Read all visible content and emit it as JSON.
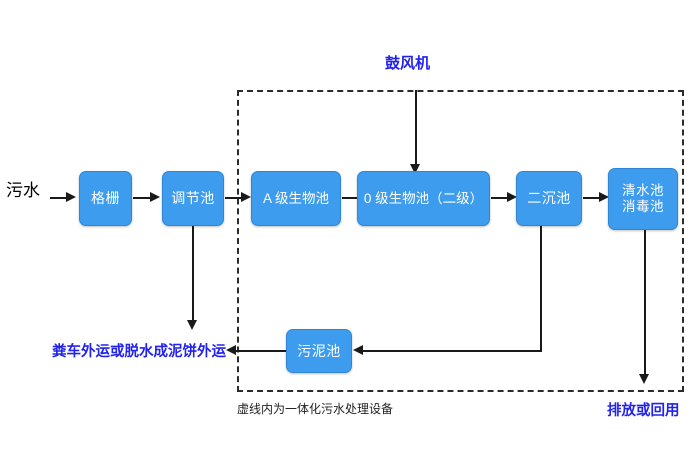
{
  "diagram": {
    "title_hidden": "",
    "nodes": [
      {
        "id": "grate",
        "label": "格栅"
      },
      {
        "id": "regulate",
        "label": "调节池"
      },
      {
        "id": "bio_a",
        "label": "A 级生物池"
      },
      {
        "id": "bio_o",
        "label": "0 级生物池（二级）"
      },
      {
        "id": "settler",
        "label": "二沉池"
      },
      {
        "id": "clearwater",
        "label": "清水池\n消毒池"
      },
      {
        "id": "sludge",
        "label": "污泥池"
      }
    ],
    "labels": {
      "influent": "污水",
      "blower": "鼓风机",
      "sludge_disposal": "粪车外运或脱水成泥饼外运",
      "effluent": "排放或回用",
      "enclosure_caption": "虚线内为一体化污水处理设备"
    },
    "colors": {
      "node_fill": "#3d9ced",
      "node_border": "#2f86d4",
      "node_text": "#ffffff",
      "connector": "#1a1a1a",
      "annotation_text": "#2222ee",
      "influent_text": "#000000",
      "enclosure_border": "#2b2b2b",
      "background": "#ffffff"
    }
  }
}
